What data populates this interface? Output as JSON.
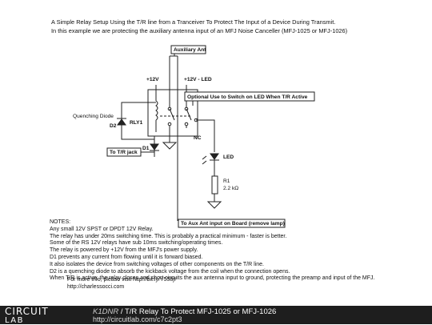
{
  "header": {
    "line1": "A Simple Relay Setup Using the T/R line from a Tranceiver To Protect The Input of a Device During Transmit.",
    "line2": "In this example we are protecting the auxiliary antenna input of an MFJ Noise Canceller (MFJ-1025 or MFJ-1026)"
  },
  "labels": {
    "aux_ant": "Auxiliary Ant",
    "plus12v": "+12V",
    "plus12v_led": "+12V - LED",
    "optional_led": "Optional Use to Switch on LED When T/R Active",
    "quenching_diode": "Quenching Diode",
    "d2": "D2",
    "rly1": "RLY1",
    "d1": "D1",
    "nc": "NC",
    "to_tr_jack": "To T/R jack",
    "led": "LED",
    "r1": "R1",
    "r1_value": "2.2 kΩ",
    "to_aux_ant": "To Aux Ant input on Board (remove lamp)"
  },
  "notes": [
    "NOTES:",
    "Any small 12V SPST or DPDT 12V Relay.",
    "The relay has under 20ms switching time. This is probably a practical minimum - faster is better.",
    "Some of the RS 12V relays have sub 10ms switching/operating times.",
    "The relay is powered by +12V from the MFJ's power supply.",
    "D1 prevents any current from flowing until it is forward biased.",
    "It also isolates the device from switching voltages of other components on the T/R line.",
    "D2 is a quenching diode to absorb the kickback voltage from the coil when the connection opens.",
    "When T/R is active, the relay closes and short circuits the aux antenna input to ground, protecting the preamp and input of the MFJ."
  ],
  "links": {
    "line1": "For more info, please visit http://bit.ly/Y558jI",
    "line2": "http://charlessocci.com"
  },
  "footer": {
    "logo_top": "CIRCUIT",
    "logo_bottom": "LAB",
    "author": "K1DNR",
    "separator": " / ",
    "title": "T/R Relay To Protect MFJ-1025 or MFJ-1026",
    "url": "http://circuitlab.com/c7c2pt3"
  }
}
